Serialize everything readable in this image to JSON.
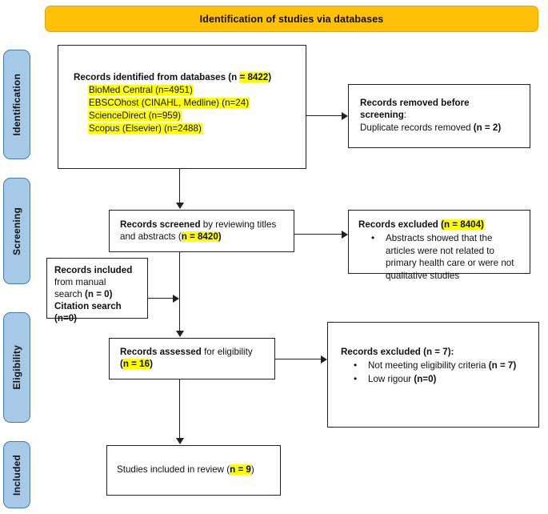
{
  "banner": {
    "title": "Identification of studies via databases"
  },
  "stages": [
    {
      "id": "identification",
      "label": "Identification"
    },
    {
      "id": "screening",
      "label": "Screening"
    },
    {
      "id": "eligibility",
      "label": "Eligibility"
    },
    {
      "id": "included",
      "label": "Included"
    }
  ],
  "colors": {
    "banner_bg": "#FFC107",
    "stage_bg": "#A6C9E8",
    "stage_border": "#4A7BA7",
    "box_border": "#231F20",
    "highlight": "#FFFF00",
    "text": "#111111"
  },
  "boxes": {
    "identified": {
      "title_bold": "Records identified from databases",
      "title_rest": " (n ",
      "title_count": "= 8422",
      "title_tail": ")",
      "databases": [
        "BioMed Central (n=4951)",
        "EBSCOhost (CINAHL, Medline) (n=24)",
        "ScienceDirect (n=959)",
        "Scopus (Elsevier) (n=2488)"
      ]
    },
    "removed": {
      "line1_bold": "Records removed before",
      "line2_bold": "screening",
      "line2_tail": ":",
      "line3_text": "Duplicate records removed ",
      "line3_count": "(n = 2)"
    },
    "screened": {
      "bold": "Records screened",
      "rest": " by reviewing titles and abstracts (",
      "count": "n = 8420",
      "tail": ")"
    },
    "manual": {
      "line1_bold": "Records included",
      "line2_text": "from manual",
      "line3_text": "search ",
      "line3_count": "(n = 0)",
      "line4_bold": "Citation search",
      "line5_text": "(n=0)"
    },
    "excluded_screening": {
      "title_bold": "Records excluded ",
      "title_count": "(n = 8404)",
      "bullets": [
        "Abstracts showed that the articles were not related to primary health care or were not qualitative studies"
      ]
    },
    "assessed": {
      "bold": "Records assessed",
      "rest": " for eligibility",
      "count_prefix": "(",
      "count": "n = 16",
      "count_tail": ")"
    },
    "excluded_eligibility": {
      "title_bold": "Records excluded (n = 7):",
      "bullets": [
        {
          "text": "Not meeting eligibility criteria ",
          "count": "(n = 7)"
        },
        {
          "text": "Low rigour ",
          "count": "(n=0)"
        }
      ]
    },
    "included": {
      "text": "Studies included in review (",
      "count": "n = 9",
      "tail": ")"
    }
  }
}
